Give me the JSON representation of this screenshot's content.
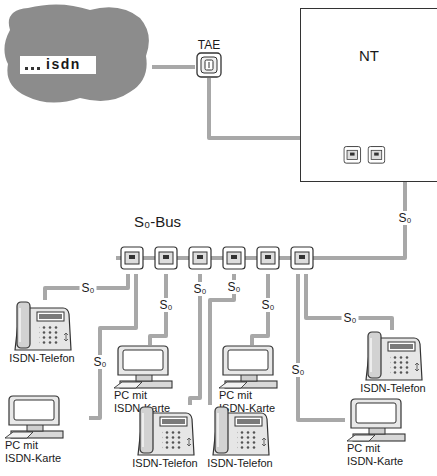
{
  "diagram": {
    "nodes": [
      {
        "text": [
          "isdn"
        ]
      },
      {
        "text": [
          "TAE"
        ]
      },
      {
        "text": [
          "NT"
        ]
      },
      {
        "text": [
          "S₀-Bus"
        ]
      },
      {
        "text": [
          "ISDN-Telefon"
        ]
      },
      {
        "text": [
          "PC mit ISDN-Karte"
        ]
      },
      {
        "text": [
          "PC mit ISDN-Karte"
        ]
      },
      {
        "text": [
          "ISDN-Telefon"
        ]
      },
      {
        "text": [
          "PC mit ISDN-Karte"
        ]
      },
      {
        "text": [
          "ISDN-Telefon"
        ]
      },
      {
        "text": [
          "ISDN-Telefon"
        ]
      },
      {
        "text": [
          "PC mit ISDN-Karte"
        ]
      }
    ],
    "edges": [
      {
        "from": 0,
        "to": 1,
        "arrow": "none"
      },
      {
        "from": 1,
        "to": 2,
        "arrow": "none"
      },
      {
        "from": 2,
        "to": 3,
        "arrow": "none",
        "label": "S₀"
      },
      {
        "from": 3,
        "to": 4,
        "arrow": "none",
        "label": "S₀"
      },
      {
        "from": 3,
        "to": 8,
        "arrow": "none",
        "label": "S₀"
      },
      {
        "from": 3,
        "to": 5,
        "arrow": "none",
        "label": "S₀"
      },
      {
        "from": 3,
        "to": 9,
        "arrow": "none",
        "label": "S₀"
      },
      {
        "from": 3,
        "to": 10,
        "arrow": "none",
        "label": "S₀"
      },
      {
        "from": 3,
        "to": 6,
        "arrow": "none",
        "label": "S₀"
      },
      {
        "from": 3,
        "to": 7,
        "arrow": "none",
        "label": "S₀"
      },
      {
        "from": 3,
        "to": 11,
        "arrow": "none",
        "label": "S₀"
      }
    ]
  }
}
